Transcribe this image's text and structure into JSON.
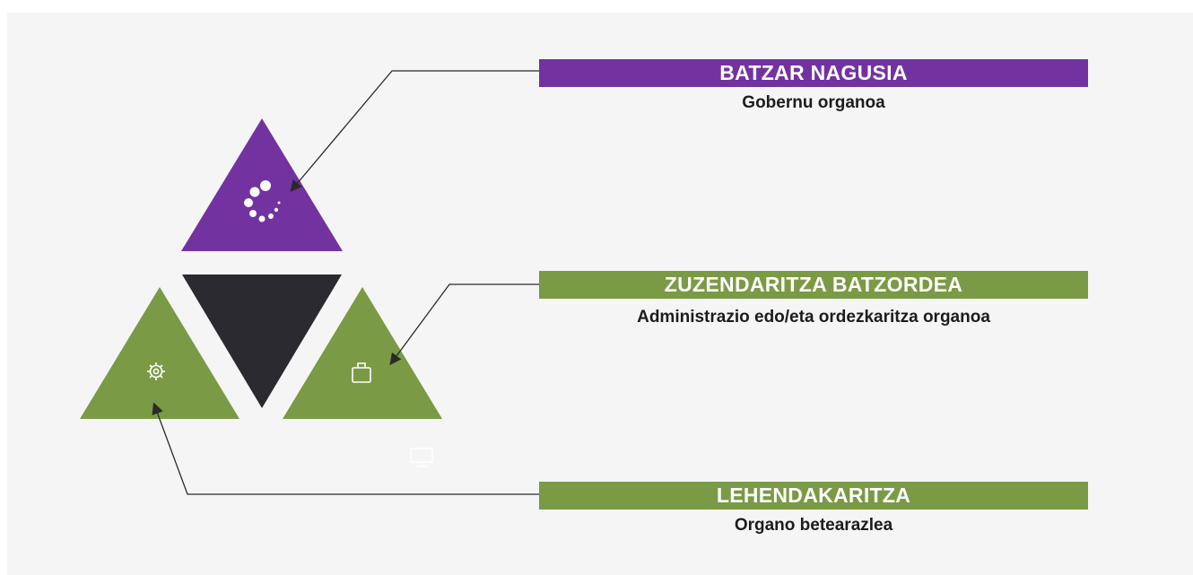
{
  "colors": {
    "purple": "#7233a0",
    "green": "#7a9a45",
    "dark": "#2b2a30",
    "line": "#2a2a2a"
  },
  "sections": [
    {
      "title": "BATZAR NAGUSIA",
      "subtitle": "Gobernu organoa",
      "color": "#7233a0",
      "icon": "dots-loader-icon"
    },
    {
      "title": "ZUZENDARITZA BATZORDEA",
      "subtitle": "Administrazio edo/eta ordezkaritza organoa",
      "color": "#7a9a45",
      "icon": "briefcase-icon"
    },
    {
      "title": "LEHENDAKARITZA",
      "subtitle": "Organo betearazlea",
      "color": "#7a9a45",
      "icon": "gear-icon"
    }
  ],
  "extra_icons": [
    "monitor-icon"
  ]
}
